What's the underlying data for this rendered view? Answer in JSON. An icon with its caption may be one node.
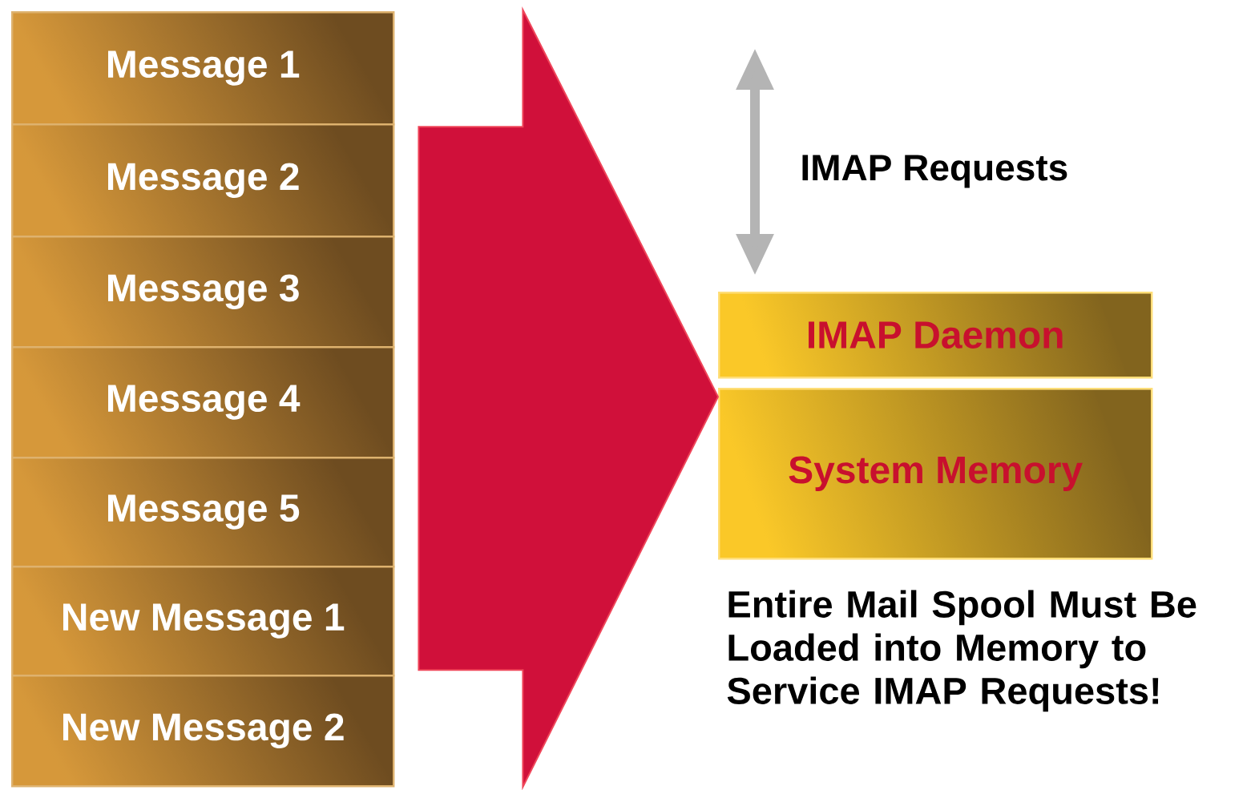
{
  "diagram": {
    "nodes": [
      {
        "text": [
          "Message 1"
        ]
      },
      {
        "text": [
          "Message 2"
        ]
      },
      {
        "text": [
          "Message 3"
        ]
      },
      {
        "text": [
          "Message 4"
        ]
      },
      {
        "text": [
          "Message 5"
        ]
      },
      {
        "text": [
          "New Message 1"
        ]
      },
      {
        "text": [
          "New Message 2"
        ]
      },
      {
        "text": [
          "IMAP Daemon"
        ]
      },
      {
        "text": [
          "System Memory"
        ]
      }
    ],
    "edges": [
      {
        "from": 3,
        "to": 8,
        "arrow": "to",
        "style": "thick",
        "color": "#d0103a"
      },
      {
        "from": null,
        "to": 7,
        "arrow": "both",
        "label": "IMAP Requests",
        "color": "#b4b4b4"
      }
    ],
    "labels": [
      "Entire Mail Spool Must Be Loaded into Memory to Service IMAP Requests!"
    ]
  }
}
